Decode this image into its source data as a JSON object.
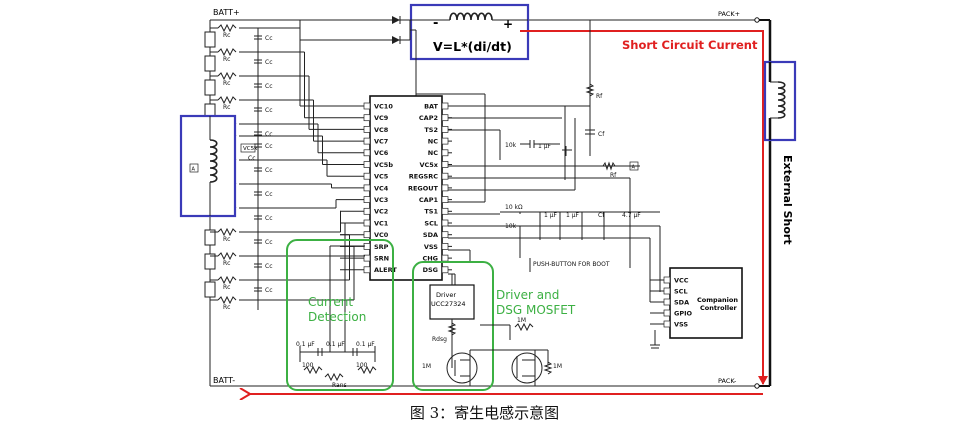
{
  "nets": {
    "batt_pos": "BATT+",
    "batt_neg": "BATT-",
    "pack_pos": "PACK+",
    "pack_neg": "PACK-"
  },
  "parasitic_inductor": {
    "minus": "-",
    "plus": "+",
    "equation": "V=L*(di/dt)"
  },
  "short_circuit": {
    "label": "Short Circuit Current",
    "external_short": "External Short"
  },
  "cell_labels": {
    "rc": "Rc",
    "cc": "Cc",
    "vc5x": "VC5x",
    "a": "A"
  },
  "ic": {
    "left_pins": [
      "VC10",
      "VC9",
      "VC8",
      "VC7",
      "VC6",
      "VC5b",
      "VC5",
      "VC4",
      "VC3",
      "VC2",
      "VC1",
      "VC0",
      "SRP",
      "SRN",
      "ALERT"
    ],
    "right_pins": [
      "BAT",
      "CAP2",
      "TS2",
      "NC",
      "NC",
      "VC5x",
      "REGSRC",
      "REGOUT",
      "CAP1",
      "TS1",
      "SCL",
      "SDA",
      "VSS",
      "CHG",
      "DSG"
    ]
  },
  "components": {
    "rf": "Rf",
    "cf": "Cf",
    "cap_1uf": "1 µF",
    "therm_10k": "10k",
    "res_10k": "10 kΩ",
    "cap_4_7uf": "4.7 µF",
    "cap_0_1uf": "0.1 µF",
    "res_100": "100",
    "rans": "Rans",
    "rdsg": "Rdsg",
    "res_1m": "1M",
    "push_button": "PUSH-BUTTON FOR BOOT"
  },
  "driver": {
    "line1": "Driver",
    "line2": "UCC27324"
  },
  "companion": {
    "pins": [
      "VCC",
      "SCL",
      "SDA",
      "GPIO",
      "VSS"
    ],
    "title1": "Companion",
    "title2": "Controller"
  },
  "annotations": {
    "current_detection_1": "Current",
    "current_detection_2": "Detection",
    "driver_mosfet_1": "Driver and",
    "driver_mosfet_2": "DSG MOSFET"
  },
  "caption": "图 3：寄生电感示意图",
  "colors": {
    "highlight_blue": "#3a3ab8",
    "short_red": "#e02020",
    "annotation_green": "#3cb043",
    "wire": "#222222"
  }
}
